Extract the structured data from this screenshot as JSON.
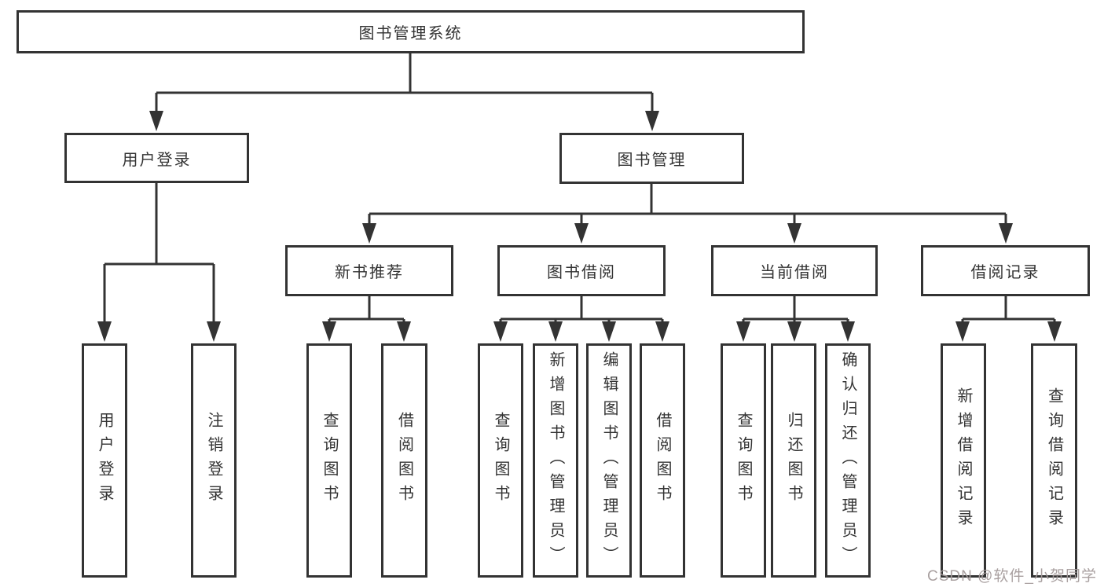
{
  "diagram": {
    "type": "hierarchy",
    "root": {
      "label": "图书管理系统",
      "children": [
        {
          "label": "用户登录",
          "children": [
            {
              "label": "用户登录"
            },
            {
              "label": "注销登录"
            }
          ]
        },
        {
          "label": "图书管理",
          "children": [
            {
              "label": "新书推荐",
              "children": [
                {
                  "label": "查询图书"
                },
                {
                  "label": "借阅图书"
                }
              ]
            },
            {
              "label": "图书借阅",
              "children": [
                {
                  "label": "查询图书"
                },
                {
                  "label": "新增图书（管理员）"
                },
                {
                  "label": "编辑图书（管理员）"
                },
                {
                  "label": "借阅图书"
                }
              ]
            },
            {
              "label": "当前借阅",
              "children": [
                {
                  "label": "查询图书"
                },
                {
                  "label": "归还图书"
                },
                {
                  "label": "确认归还（管理员）"
                }
              ]
            },
            {
              "label": "借阅记录",
              "children": [
                {
                  "label": "新增借阅记录"
                },
                {
                  "label": "查询借阅记录"
                }
              ]
            }
          ]
        }
      ]
    }
  },
  "watermark": {
    "text": "CSDN @软件_小贺同学"
  },
  "colors": {
    "line": "#333333",
    "box_border": "#333333",
    "box_background": "#ffffff",
    "text": "#333333",
    "page_background": "#ffffff",
    "watermark_text": "#a49b9b"
  }
}
